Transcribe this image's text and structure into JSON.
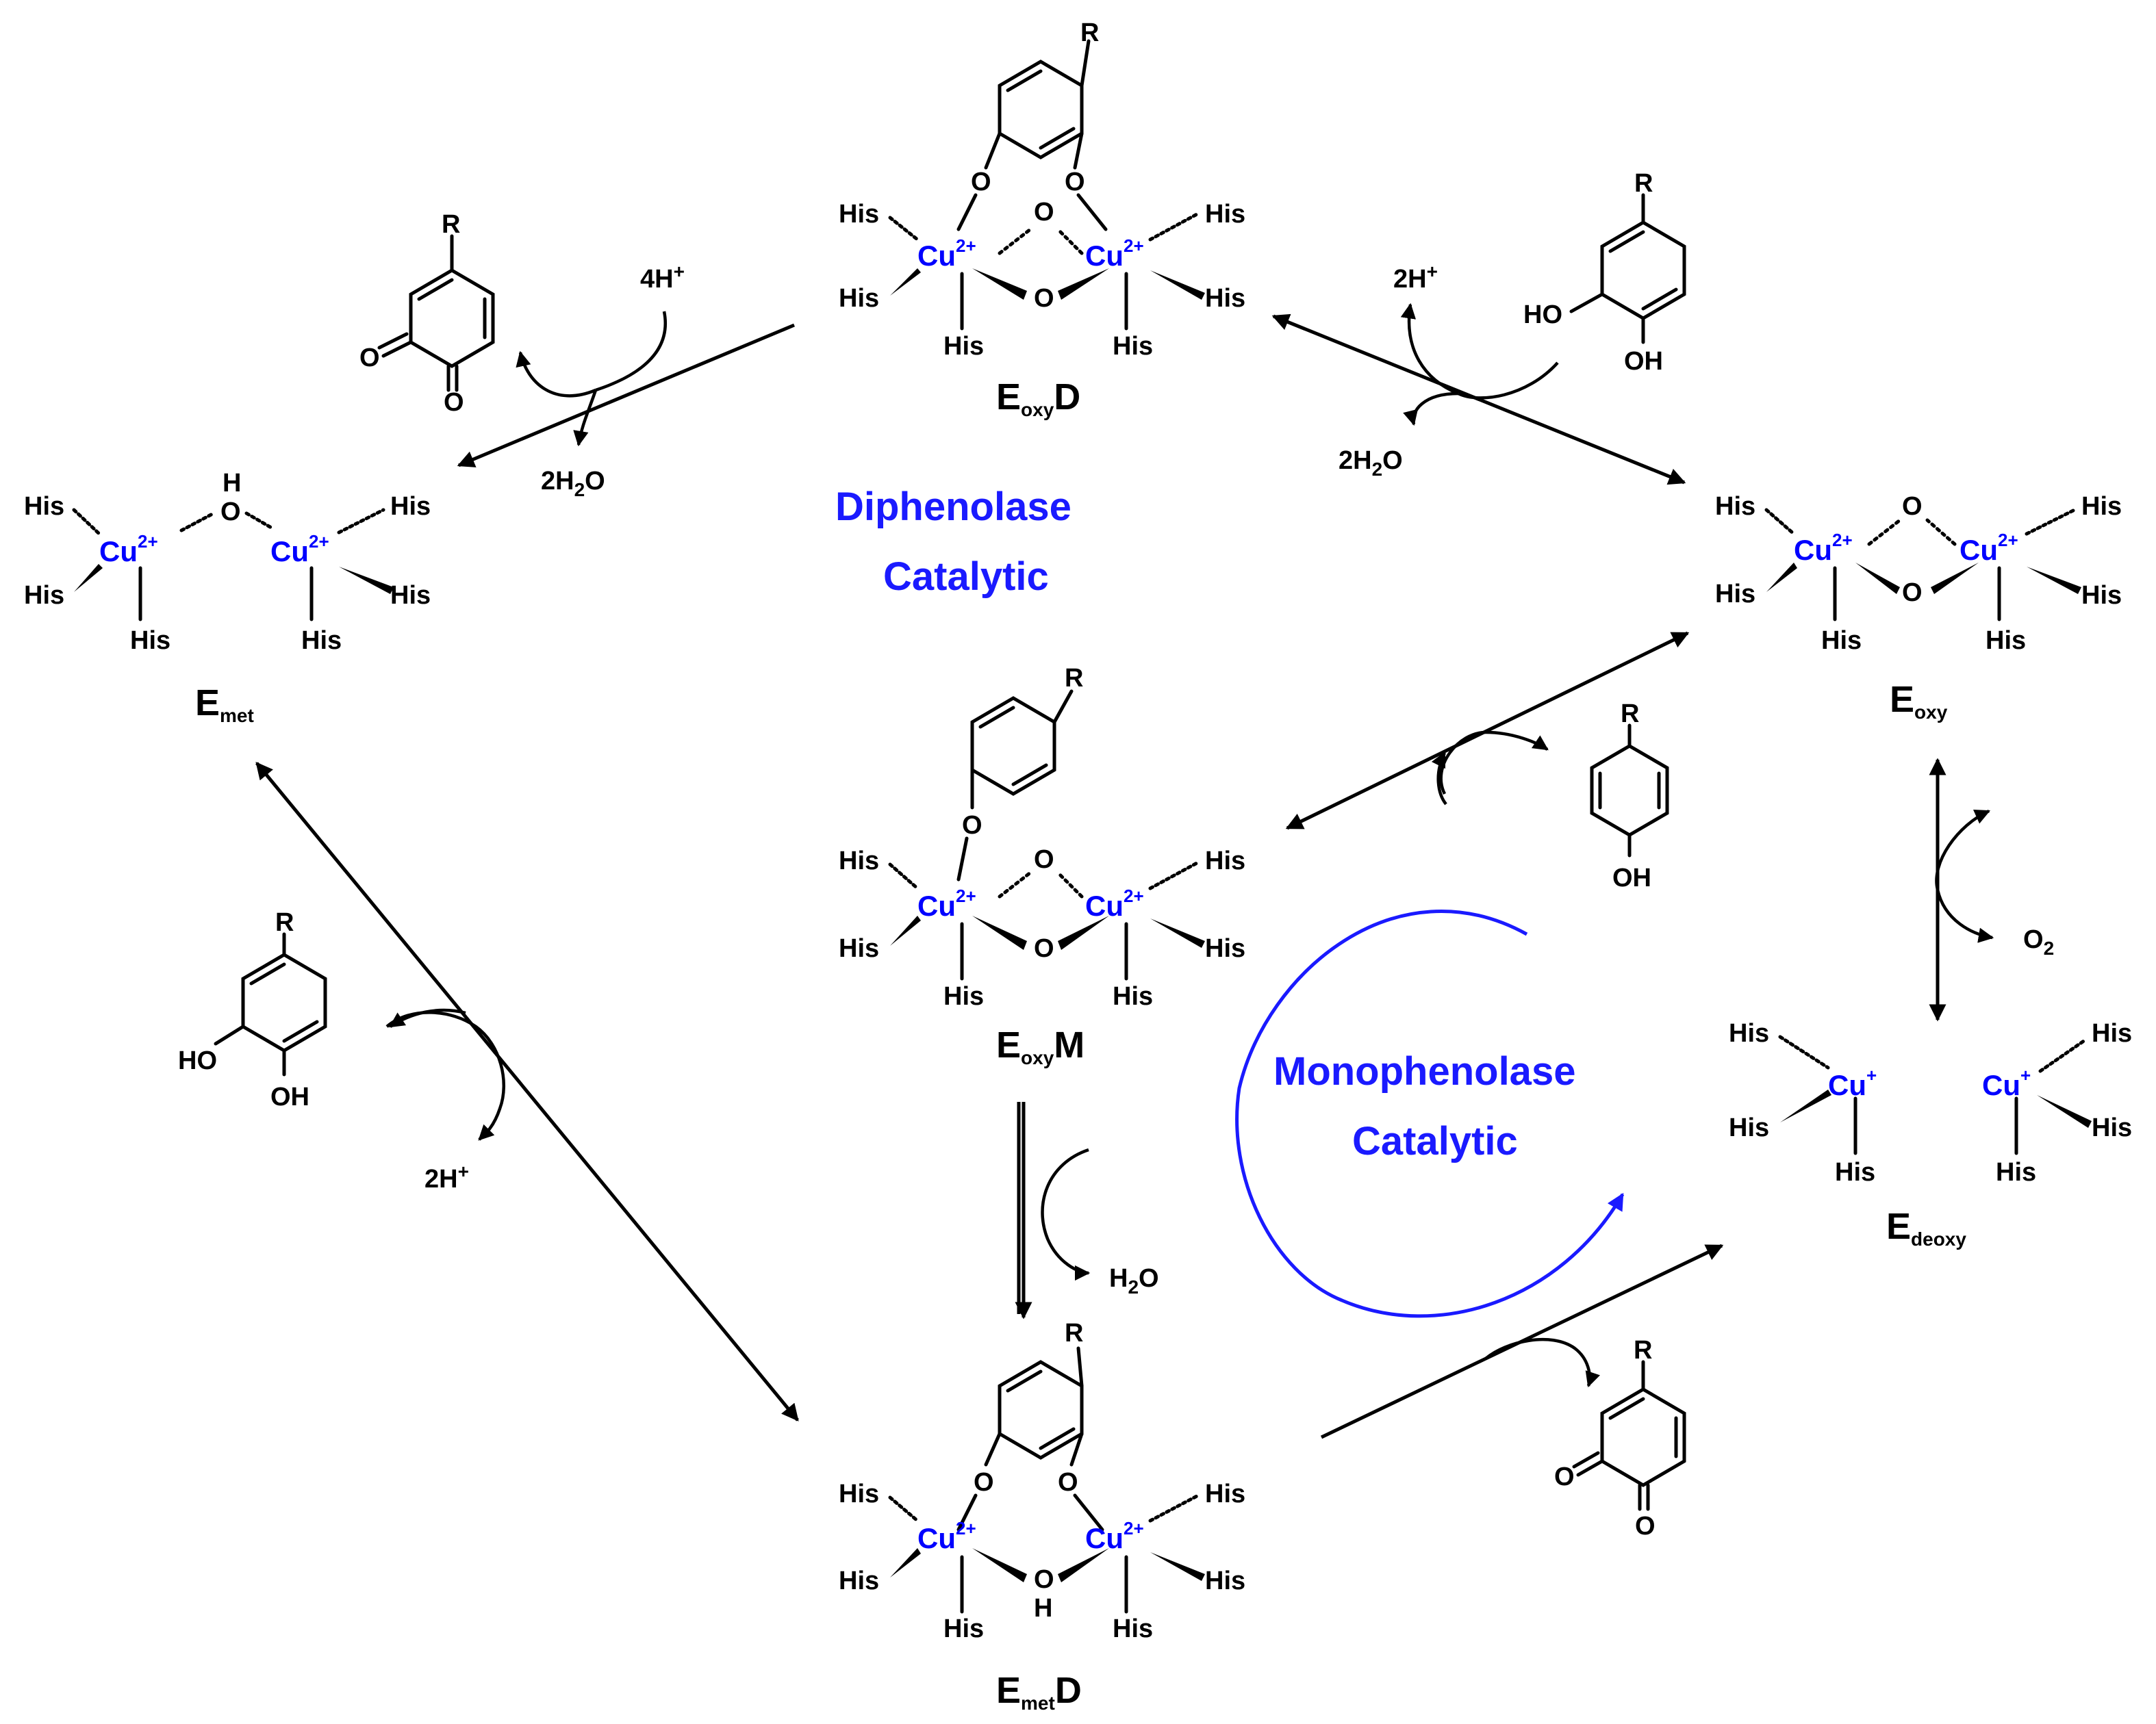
{
  "colors": {
    "copper": "#0000ff",
    "cycle": "#1a1aff",
    "text": "#000000"
  },
  "labels": {
    "his": "His",
    "cu2": "Cu",
    "cu2_charge": "2+",
    "cu1": "Cu",
    "cu1_charge": "+",
    "o": "O",
    "h": "H",
    "r": "R",
    "ho": "HO",
    "oh": "OH"
  },
  "species": {
    "eoxyd": {
      "main": "E",
      "sub": "oxy",
      "suffix": "D"
    },
    "eoxy": {
      "main": "E",
      "sub": "oxy",
      "suffix": ""
    },
    "emet": {
      "main": "E",
      "sub": "met",
      "suffix": ""
    },
    "eoxym": {
      "main": "E",
      "sub": "oxy",
      "suffix": "M"
    },
    "emetd": {
      "main": "E",
      "sub": "met",
      "suffix": "D"
    },
    "edeoxy": {
      "main": "E",
      "sub": "deoxy",
      "suffix": ""
    }
  },
  "reagents": {
    "h4": "4H",
    "h4_sup": "+",
    "h2_top": "2H",
    "h2_top_sup": "+",
    "h2_left": "2H",
    "h2_left_sup": "+",
    "water2_a": "2H",
    "water2_a_sub": "2",
    "water2_a_end": "O",
    "water2_b": "2H",
    "water2_b_sub": "2",
    "water2_b_end": "O",
    "water": "H",
    "water_sub": "2",
    "water_end": "O",
    "o2": "O",
    "o2_sub": "2"
  },
  "cycles": {
    "diphenolase_1": "Diphenolase",
    "diphenolase_2": "Catalytic",
    "monophenolase_1": "Monophenolase",
    "monophenolase_2": "Catalytic"
  }
}
